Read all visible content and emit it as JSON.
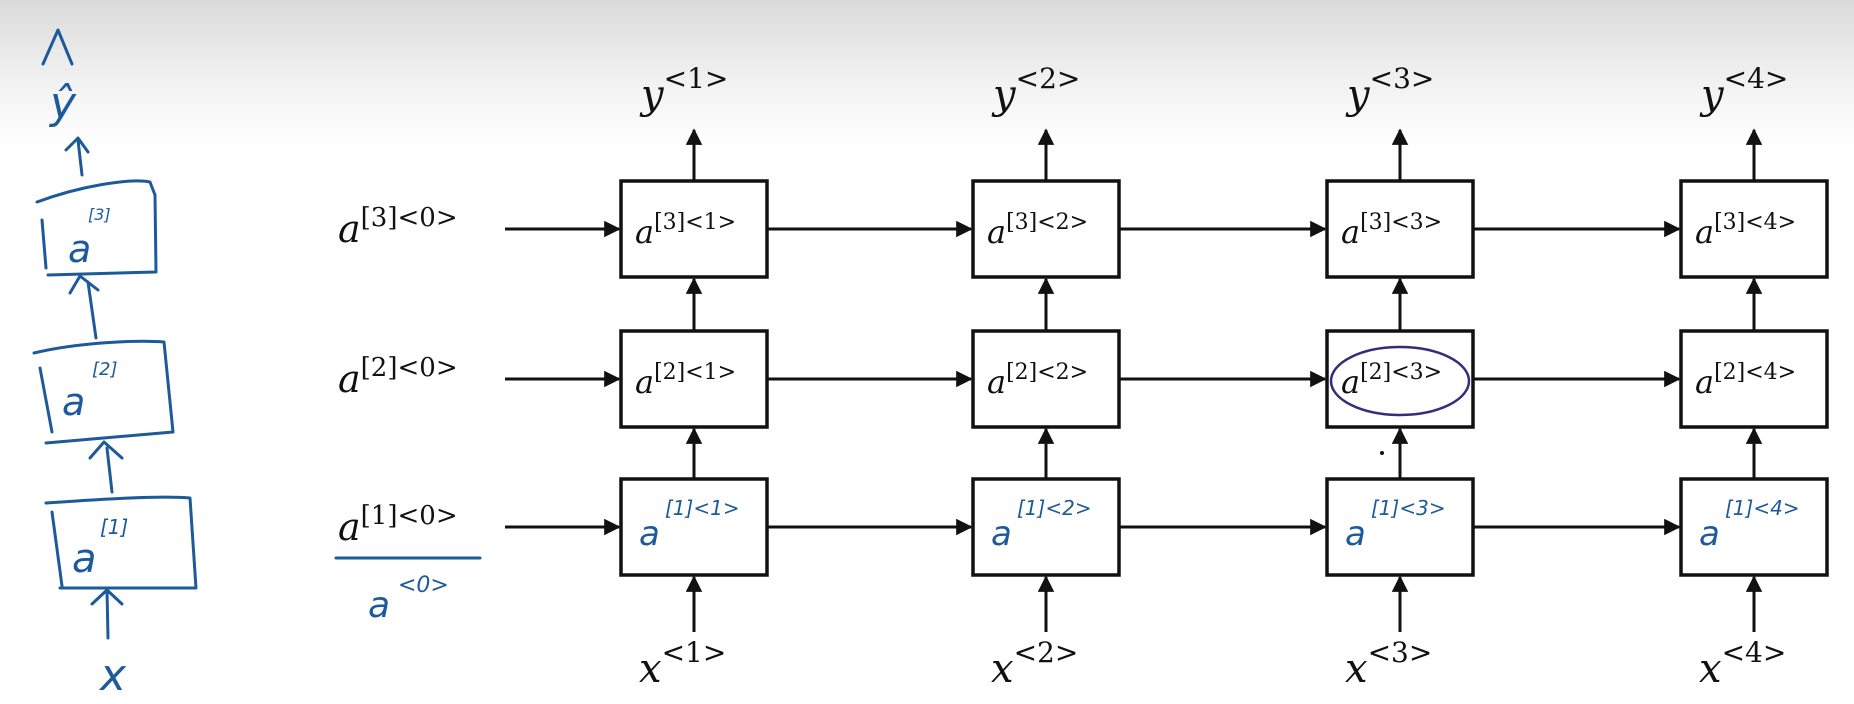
{
  "diagram": {
    "title": "Deep RNN (3 layers unrolled over 4 time steps)",
    "accent_colors": {
      "handwriting": "#1d5a9a",
      "highlight_circle": "#3a2a7a",
      "box_stroke": "#111111"
    },
    "outputs": [
      {
        "var": "y",
        "sup": "<1>"
      },
      {
        "var": "y",
        "sup": "<2>"
      },
      {
        "var": "y",
        "sup": "<3>"
      },
      {
        "var": "y",
        "sup": "<4>"
      }
    ],
    "inputs": [
      {
        "var": "x",
        "sup": "<1>"
      },
      {
        "var": "x",
        "sup": "<2>"
      },
      {
        "var": "x",
        "sup": "<3>"
      },
      {
        "var": "x",
        "sup": "<4>"
      }
    ],
    "initial_states": [
      {
        "var": "a",
        "sup": "[3]<0>"
      },
      {
        "var": "a",
        "sup": "[2]<0>"
      },
      {
        "var": "a",
        "sup": "[1]<0>"
      }
    ],
    "initial_state_annotation": {
      "var": "a",
      "sup": "<0>"
    },
    "rows": [
      {
        "layer": 3,
        "cells": [
          {
            "var": "a",
            "sup": "[3]<1>",
            "style": "typed"
          },
          {
            "var": "a",
            "sup": "[3]<2>",
            "style": "typed"
          },
          {
            "var": "a",
            "sup": "[3]<3>",
            "style": "typed"
          },
          {
            "var": "a",
            "sup": "[3]<4>",
            "style": "typed"
          }
        ]
      },
      {
        "layer": 2,
        "cells": [
          {
            "var": "a",
            "sup": "[2]<1>",
            "style": "typed"
          },
          {
            "var": "a",
            "sup": "[2]<2>",
            "style": "typed"
          },
          {
            "var": "a",
            "sup": "[2]<3>",
            "style": "typed",
            "highlighted": true
          },
          {
            "var": "a",
            "sup": "[2]<4>",
            "style": "typed"
          }
        ]
      },
      {
        "layer": 1,
        "cells": [
          {
            "var": "a",
            "sup": "[1]<1>",
            "style": "handwritten"
          },
          {
            "var": "a",
            "sup": "[1]<2>",
            "style": "handwritten"
          },
          {
            "var": "a",
            "sup": "[1]<3>",
            "style": "handwritten"
          },
          {
            "var": "a",
            "sup": "[1]<4>",
            "style": "handwritten"
          }
        ]
      }
    ],
    "side_sketch": {
      "output_label": "ŷ",
      "input_label": "x",
      "layers": [
        {
          "var": "a",
          "sup": "[3]"
        },
        {
          "var": "a",
          "sup": "[2]"
        },
        {
          "var": "a",
          "sup": "[1]"
        }
      ]
    }
  }
}
